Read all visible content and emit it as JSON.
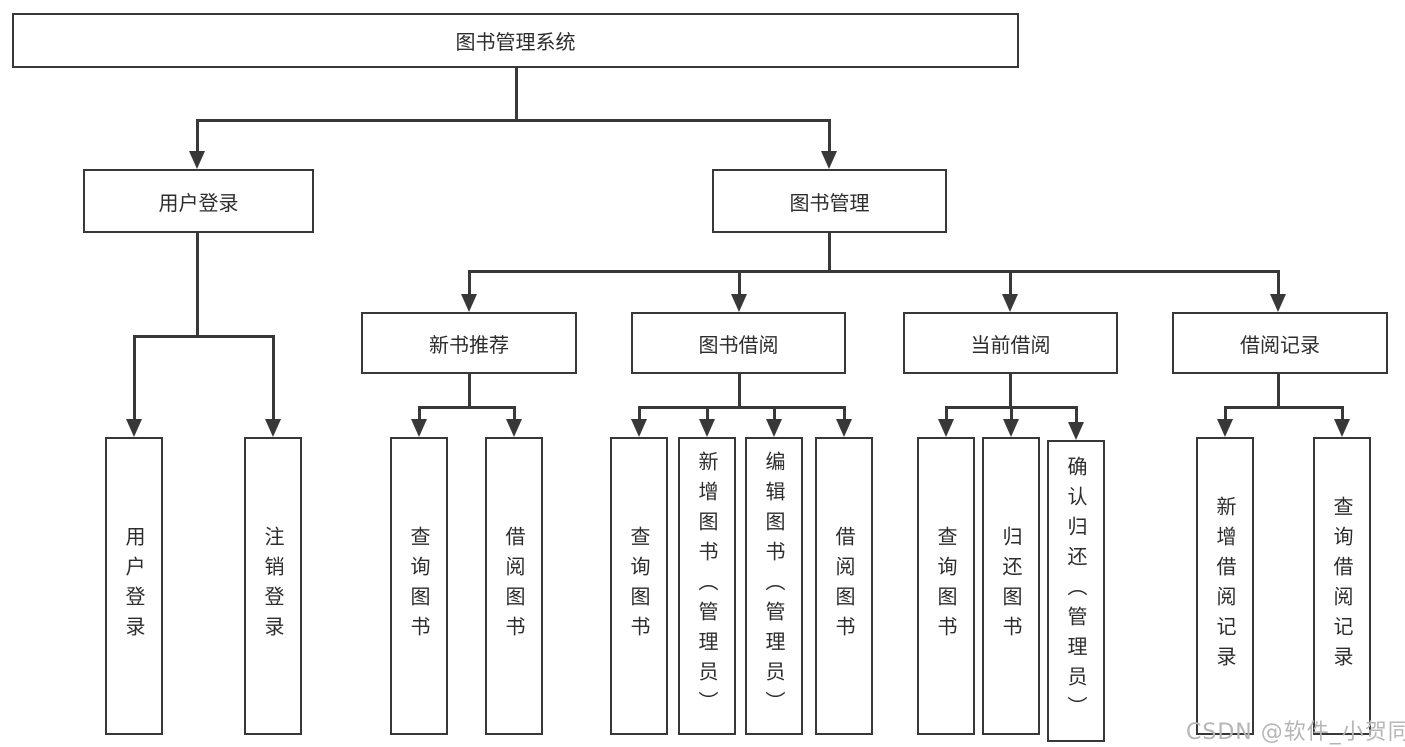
{
  "diagram_type": "hierarchy-tree",
  "tree": {
    "label": "图书管理系统",
    "children": [
      {
        "label": "用户登录",
        "children": [
          {
            "label": "用户登录"
          },
          {
            "label": "注销登录"
          }
        ]
      },
      {
        "label": "图书管理",
        "children": [
          {
            "label": "新书推荐",
            "children": [
              {
                "label": "查询图书"
              },
              {
                "label": "借阅图书"
              }
            ]
          },
          {
            "label": "图书借阅",
            "children": [
              {
                "label": "查询图书"
              },
              {
                "label": "新增图书（管理员）"
              },
              {
                "label": "编辑图书（管理员）"
              },
              {
                "label": "借阅图书"
              }
            ]
          },
          {
            "label": "当前借阅",
            "children": [
              {
                "label": "查询图书"
              },
              {
                "label": "归还图书"
              },
              {
                "label": "确认归还（管理员）"
              }
            ]
          },
          {
            "label": "借阅记录",
            "children": [
              {
                "label": "新增借阅记录"
              },
              {
                "label": "查询借阅记录"
              }
            ]
          }
        ]
      }
    ]
  },
  "colors": {
    "line": "#383838",
    "text": "#2d2d2d",
    "background": "#ffffff",
    "watermark": "#b6b6b6"
  },
  "watermark": {
    "text": "CSDN @软件_小贺同学"
  }
}
